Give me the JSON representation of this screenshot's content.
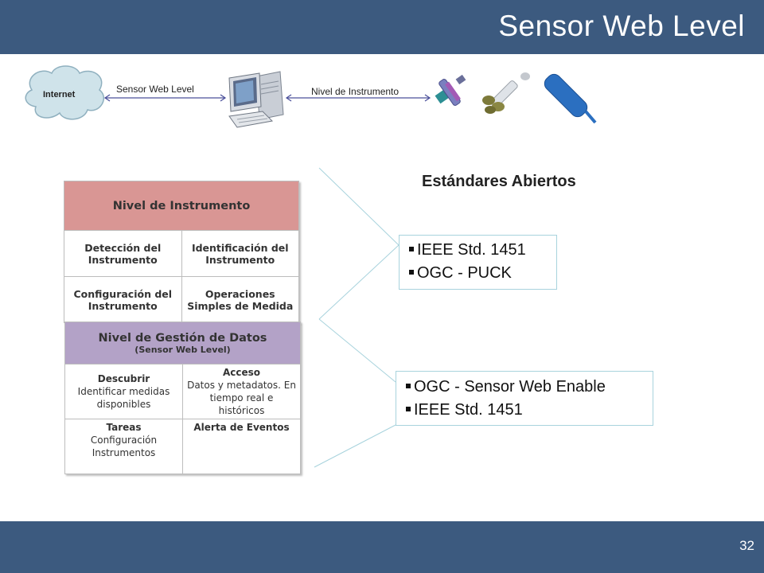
{
  "slide": {
    "title": "Sensor Web Level",
    "page_number": "32"
  },
  "diagram": {
    "cloud_label": "Internet",
    "left_link_label": "Sensor Web Level",
    "right_link_label": "Nivel de Instrumento"
  },
  "instrument_table": {
    "header": "Nivel de Instrumento",
    "cells": [
      "Detección del Instrumento",
      "Identificación del Instrumento",
      "Configuración del Instrumento",
      "Operaciones Simples de Medida"
    ]
  },
  "data_table": {
    "header": "Nivel de Gestión de Datos",
    "subheader": "(Sensor Web Level)",
    "descubrir": {
      "title": "Descubrir",
      "text": "Identificar medidas disponibles"
    },
    "acceso": {
      "title": "Acceso",
      "text": "Datos y metadatos. En tiempo real e históricos"
    },
    "tareas": {
      "title": "Tareas",
      "text": "Configuración Instrumentos"
    },
    "alerta": {
      "title": "Alerta de Eventos"
    }
  },
  "standards": {
    "title": "Estándares Abiertos",
    "box1": [
      "IEEE Std. 1451",
      "OGC - PUCK"
    ],
    "box2": [
      "OGC - Sensor Web Enable",
      "IEEE Std. 1451"
    ]
  }
}
